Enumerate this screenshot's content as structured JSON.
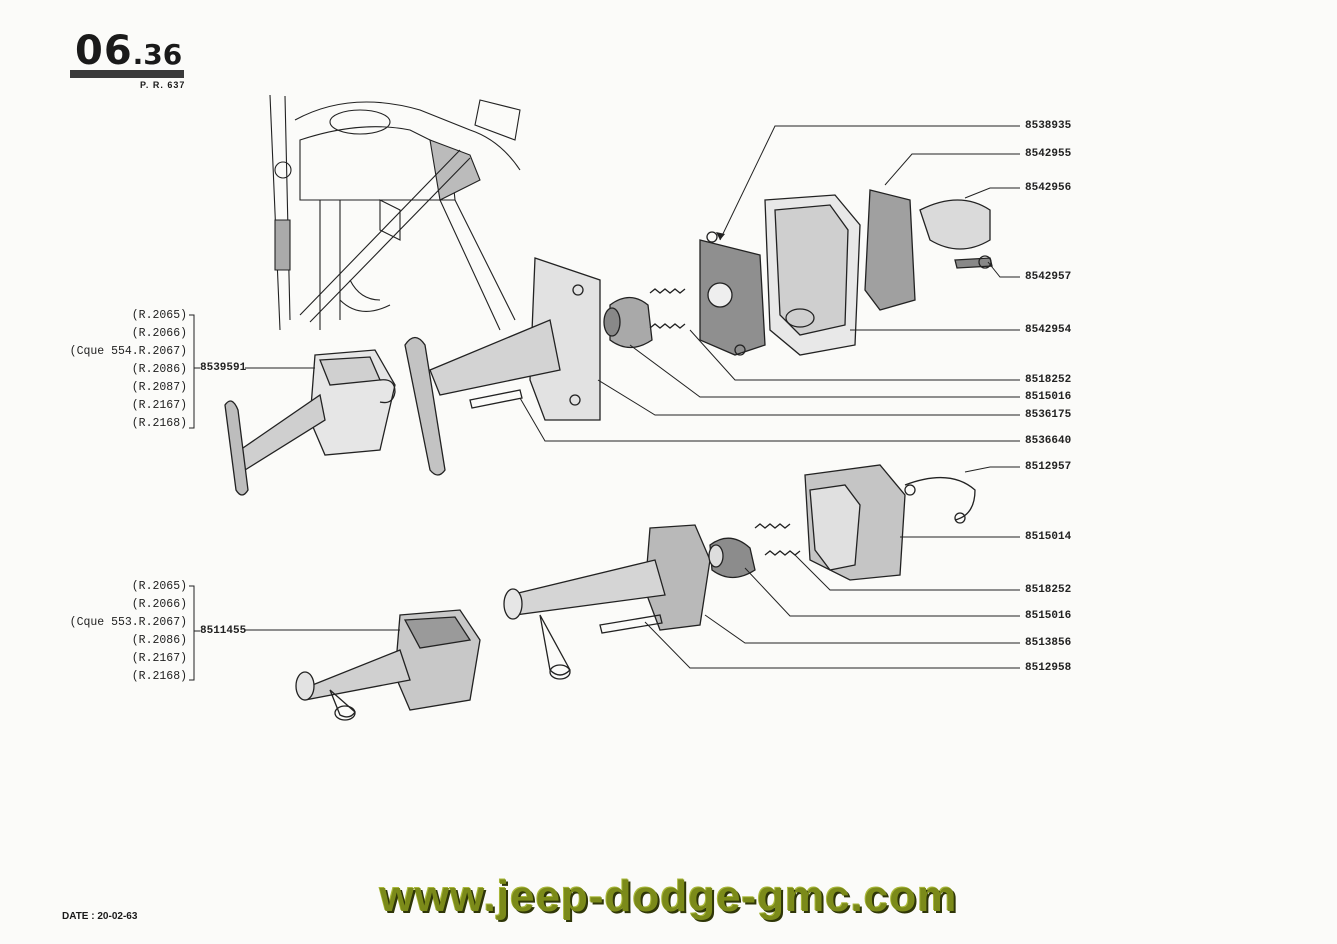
{
  "header": {
    "section_major": "06",
    "section_minor": ".36",
    "page_ref": "P. R. 637"
  },
  "assembly_top": {
    "main_part": "8539591",
    "variants": [
      "(R.2065)",
      "(R.2066)",
      "(Cque 554.R.2067)",
      "(R.2086)",
      "(R.2087)",
      "(R.2167)",
      "(R.2168)"
    ],
    "parts": [
      "8538935",
      "8542955",
      "8542956",
      "8542957",
      "8542954",
      "8518252",
      "8515016",
      "8536175",
      "8536640"
    ]
  },
  "assembly_bottom": {
    "main_part": "8511455",
    "variants": [
      "(R.2065)",
      "(R.2066)",
      "(Cque 553.R.2067)",
      "(R.2086)",
      "(R.2167)",
      "(R.2168)"
    ],
    "parts": [
      "8512957",
      "8515014",
      "8518252",
      "8515016",
      "8513856",
      "8512958"
    ]
  },
  "footer": {
    "date": "DATE : 20-02-63",
    "watermark": "www.jeep-dodge-gmc.com"
  }
}
